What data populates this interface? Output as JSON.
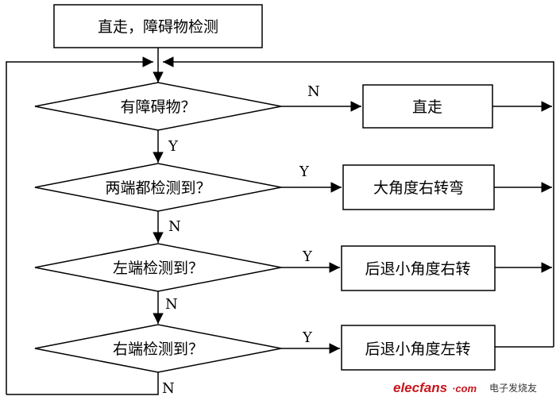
{
  "nodes": {
    "start": "直走，障碍物检测",
    "q1": "有障碍物？",
    "q2": "两端都检测到？",
    "q3": "左端检测到？",
    "q4": "右端检测到？",
    "a1": "直走",
    "a2": "大角度右转弯",
    "a3": "后退小角度右转",
    "a4": "后退小角度左转"
  },
  "edge_labels": {
    "q1_no": "N",
    "q1_yes": "Y",
    "q2_yes": "Y",
    "q2_no": "N",
    "q3_yes": "Y",
    "q3_no": "N",
    "q4_yes": "Y",
    "q4_no": "N"
  },
  "watermark": {
    "brand_red": "elecfans",
    "brand_suffix": "·com",
    "brand_cn": "电子发烧友",
    "color": "#c8161d"
  }
}
